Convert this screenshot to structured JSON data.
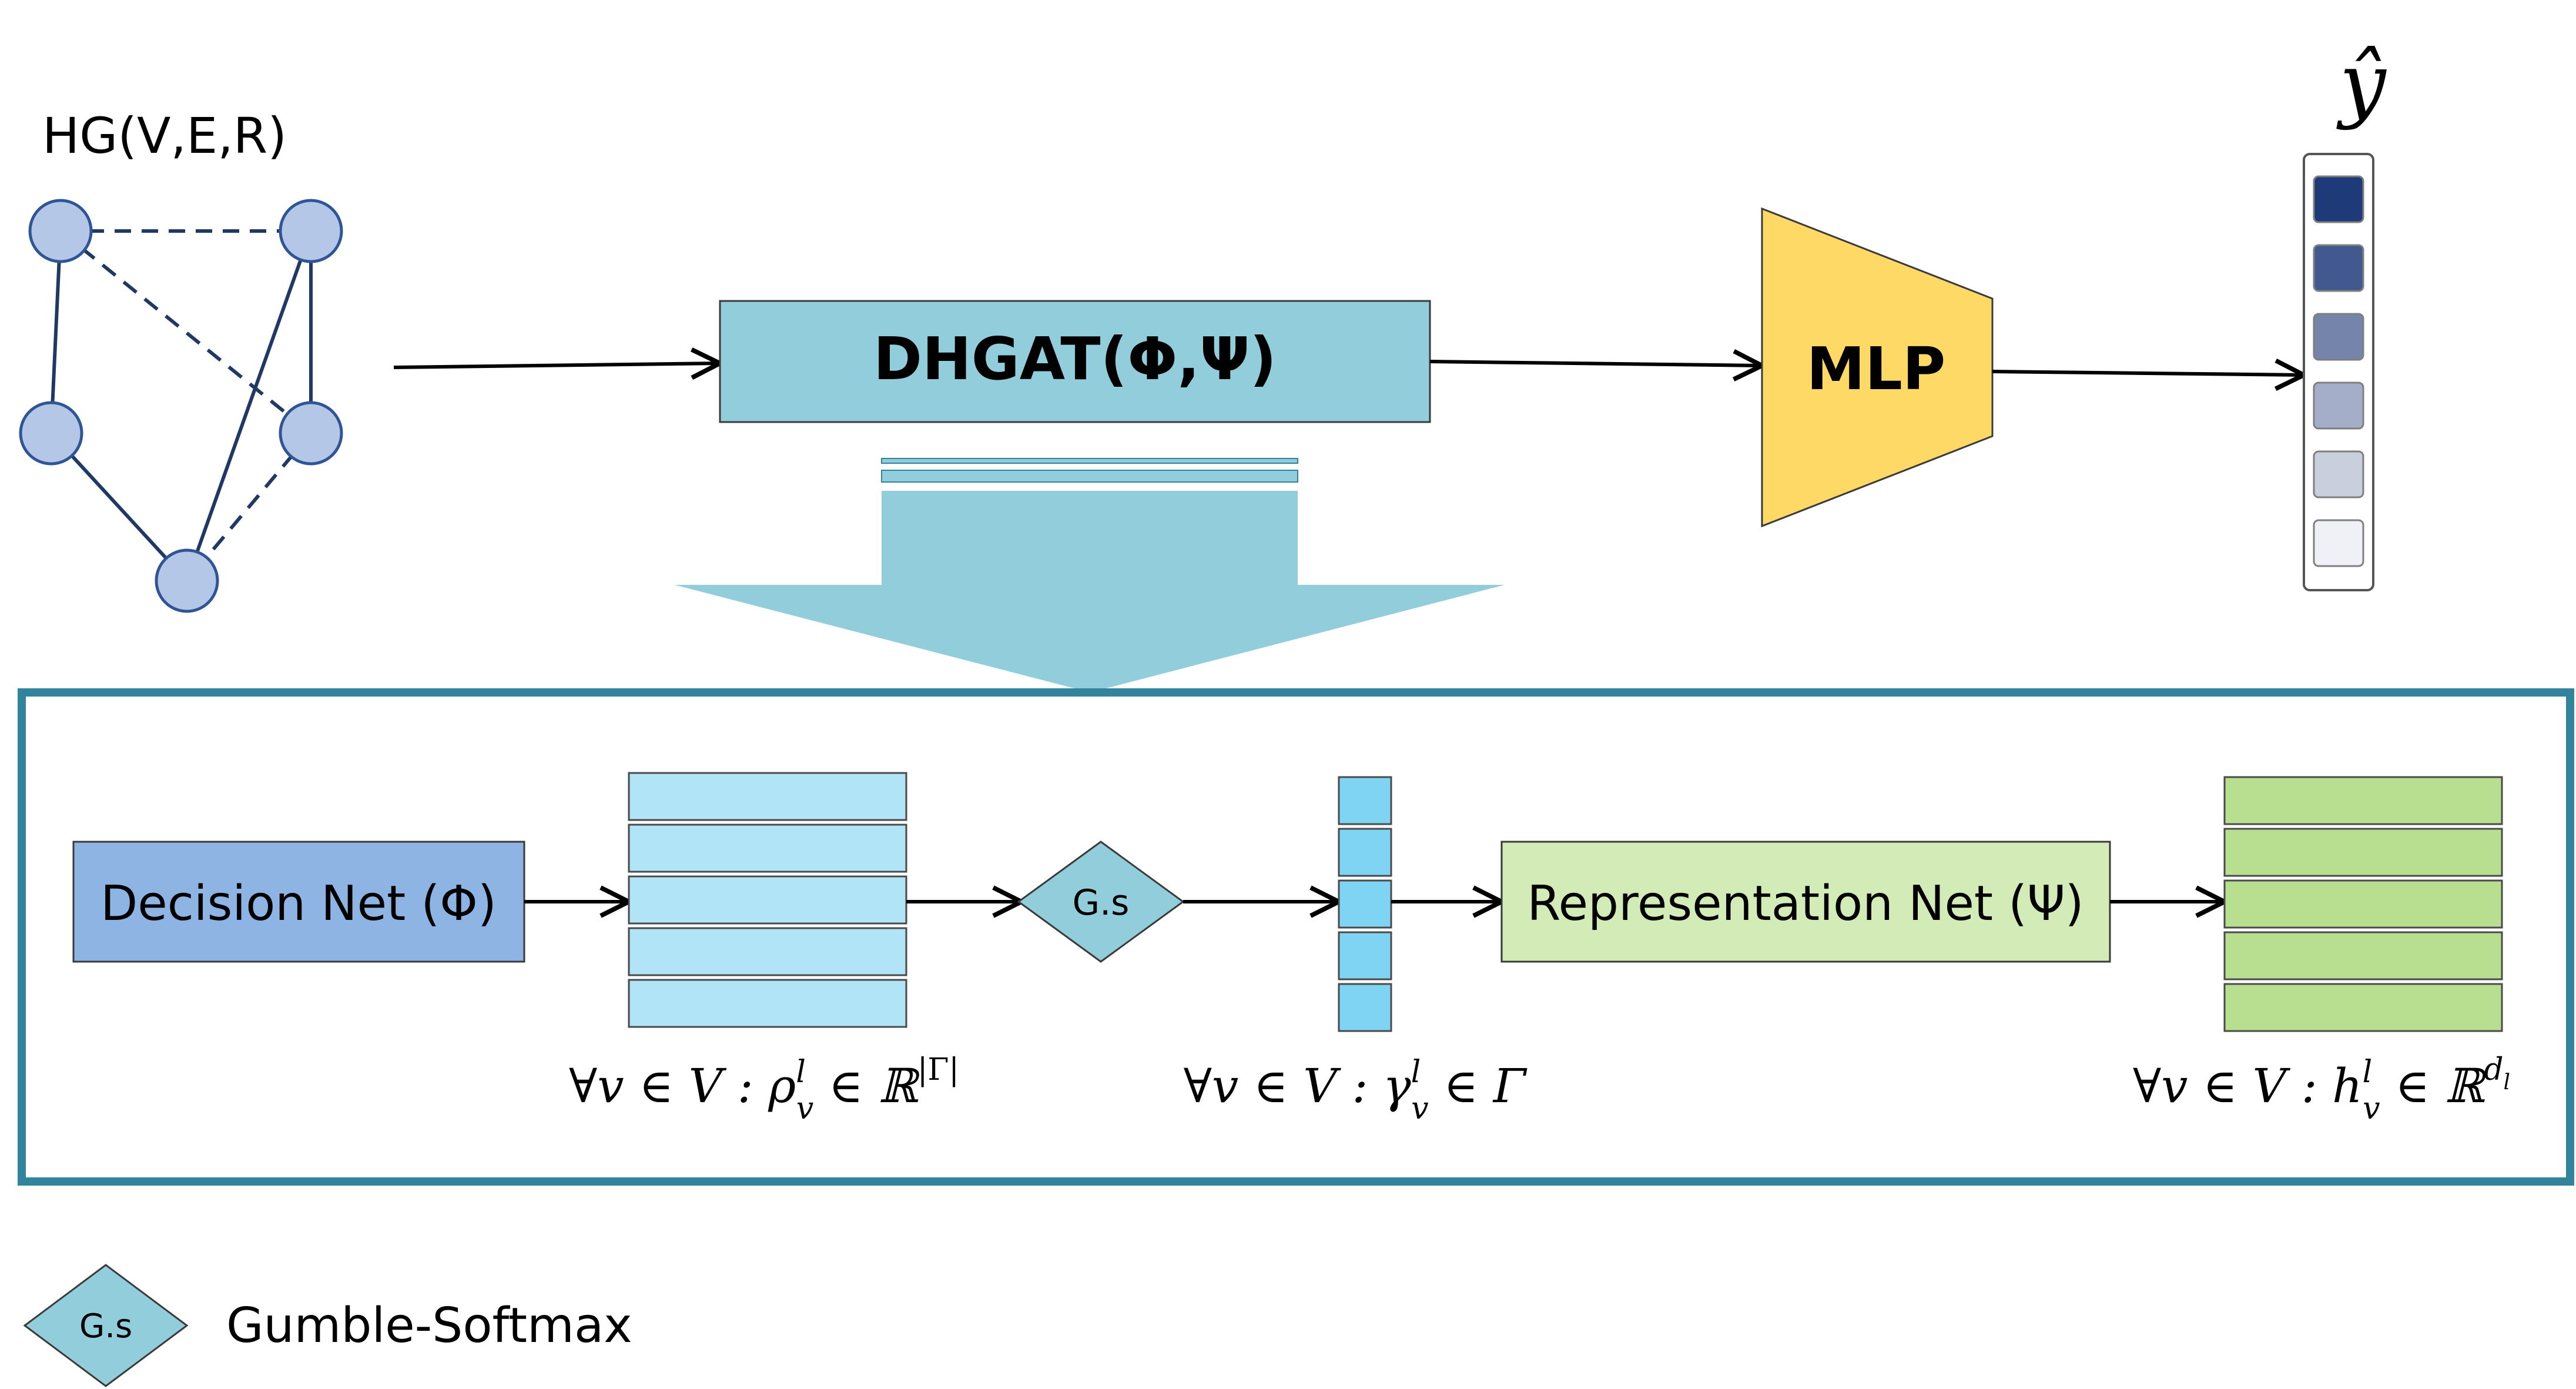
{
  "graph": {
    "label": "HG(V,E,R)"
  },
  "top_flow": {
    "dhgat_label": "DHGAT(Φ,Ψ)",
    "mlp_label": "MLP",
    "output_label": "ŷ",
    "output_shades": [
      "#1e3a78",
      "#41598f",
      "#7484ab",
      "#a4aec9",
      "#c9cfdd",
      "#eff1f6"
    ]
  },
  "detail": {
    "decision_label": "Decision Net (Φ)",
    "gs_label": "G.s",
    "representation_label": "Representation Net (Ψ)",
    "rho_formula": "∀v ∈ V : ρ",
    "rho_sup": "l",
    "rho_sub": "v",
    "rho_tail": " ∈ ℝ",
    "rho_exp": "|Γ|",
    "gamma_formula": "∀v ∈ V : γ",
    "gamma_sup": "l",
    "gamma_sub": "v",
    "gamma_tail": " ∈ Γ",
    "h_formula": "∀v ∈ V : h",
    "h_sup": "l",
    "h_sub": "v",
    "h_tail": " ∈ ℝ",
    "h_exp": "d",
    "h_exp_sub": "l"
  },
  "legend": {
    "symbol_label": "G.s",
    "description": "Gumble-Softmax"
  },
  "colors": {
    "node_fill": "#b4c7e7",
    "node_stroke": "#2f5597",
    "dhgat_fill": "#92cddc",
    "mlp_fill": "#ffd966",
    "frame_stroke": "#31849b",
    "decision_fill": "#8db4e2",
    "rho_fill": "#b0e4f6",
    "gamma_fill": "#7fd4f3",
    "repr_fill": "#d3ebb6",
    "h_fill": "#b8df90",
    "gs_fill": "#92cddc"
  }
}
